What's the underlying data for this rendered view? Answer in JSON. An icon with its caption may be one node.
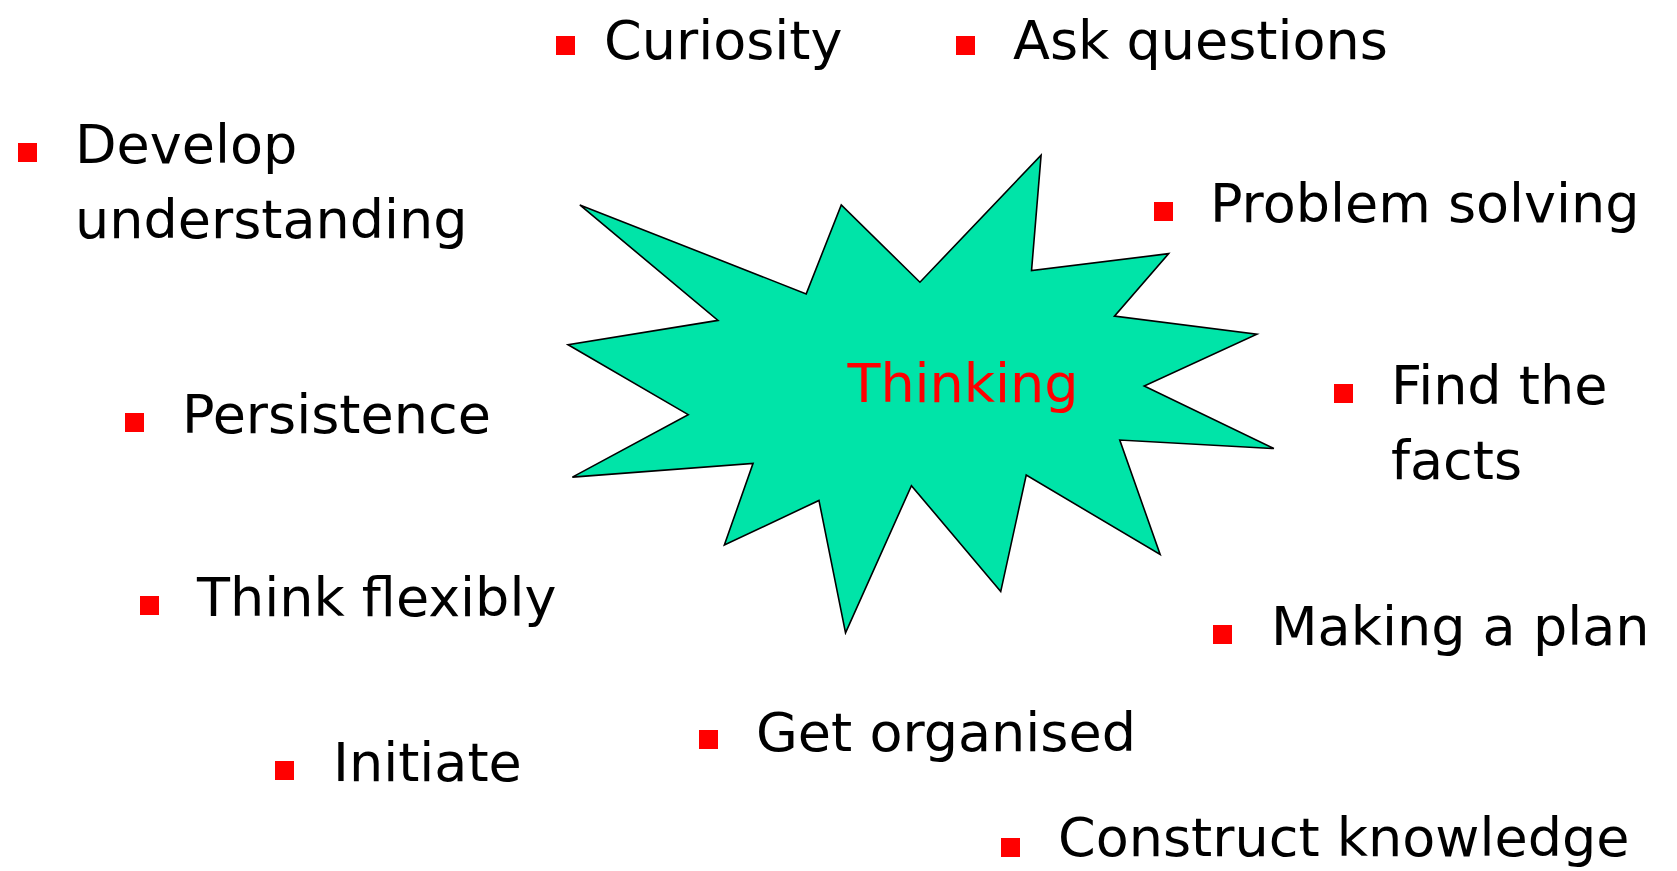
{
  "diagram": {
    "nodes": [
      {
        "text": [
          "Thinking"
        ]
      }
    ],
    "labels": [
      "Curiosity",
      "Ask questions",
      "Develop understanding",
      "Problem solving",
      "Persistence",
      "Find the facts",
      "Think flexibly",
      "Making a plan",
      "Get organised",
      "Initiate",
      "Construct knowledge"
    ]
  }
}
